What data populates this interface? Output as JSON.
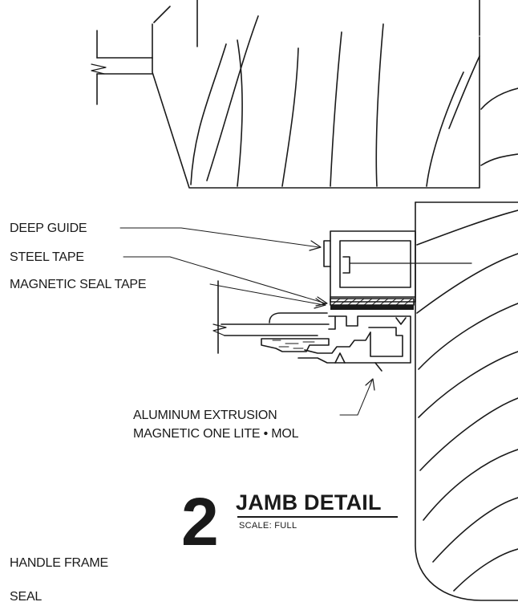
{
  "labels": {
    "deep_guide": "DEEP GUIDE",
    "steel_tape": "STEEL TAPE",
    "magnetic_seal_tape": "MAGNETIC SEAL TAPE",
    "aluminum_extrusion": "ALUMINUM EXTRUSION",
    "magnetic_one_lite": "MAGNETIC ONE LITE • MOL",
    "handle_frame": "HANDLE FRAME",
    "seal": "SEAL"
  },
  "detail": {
    "number": "2",
    "title": "JAMB DETAIL",
    "scale": "SCALE:  FULL"
  },
  "colors": {
    "ink": "#1a1a1a",
    "paper": "#ffffff"
  }
}
